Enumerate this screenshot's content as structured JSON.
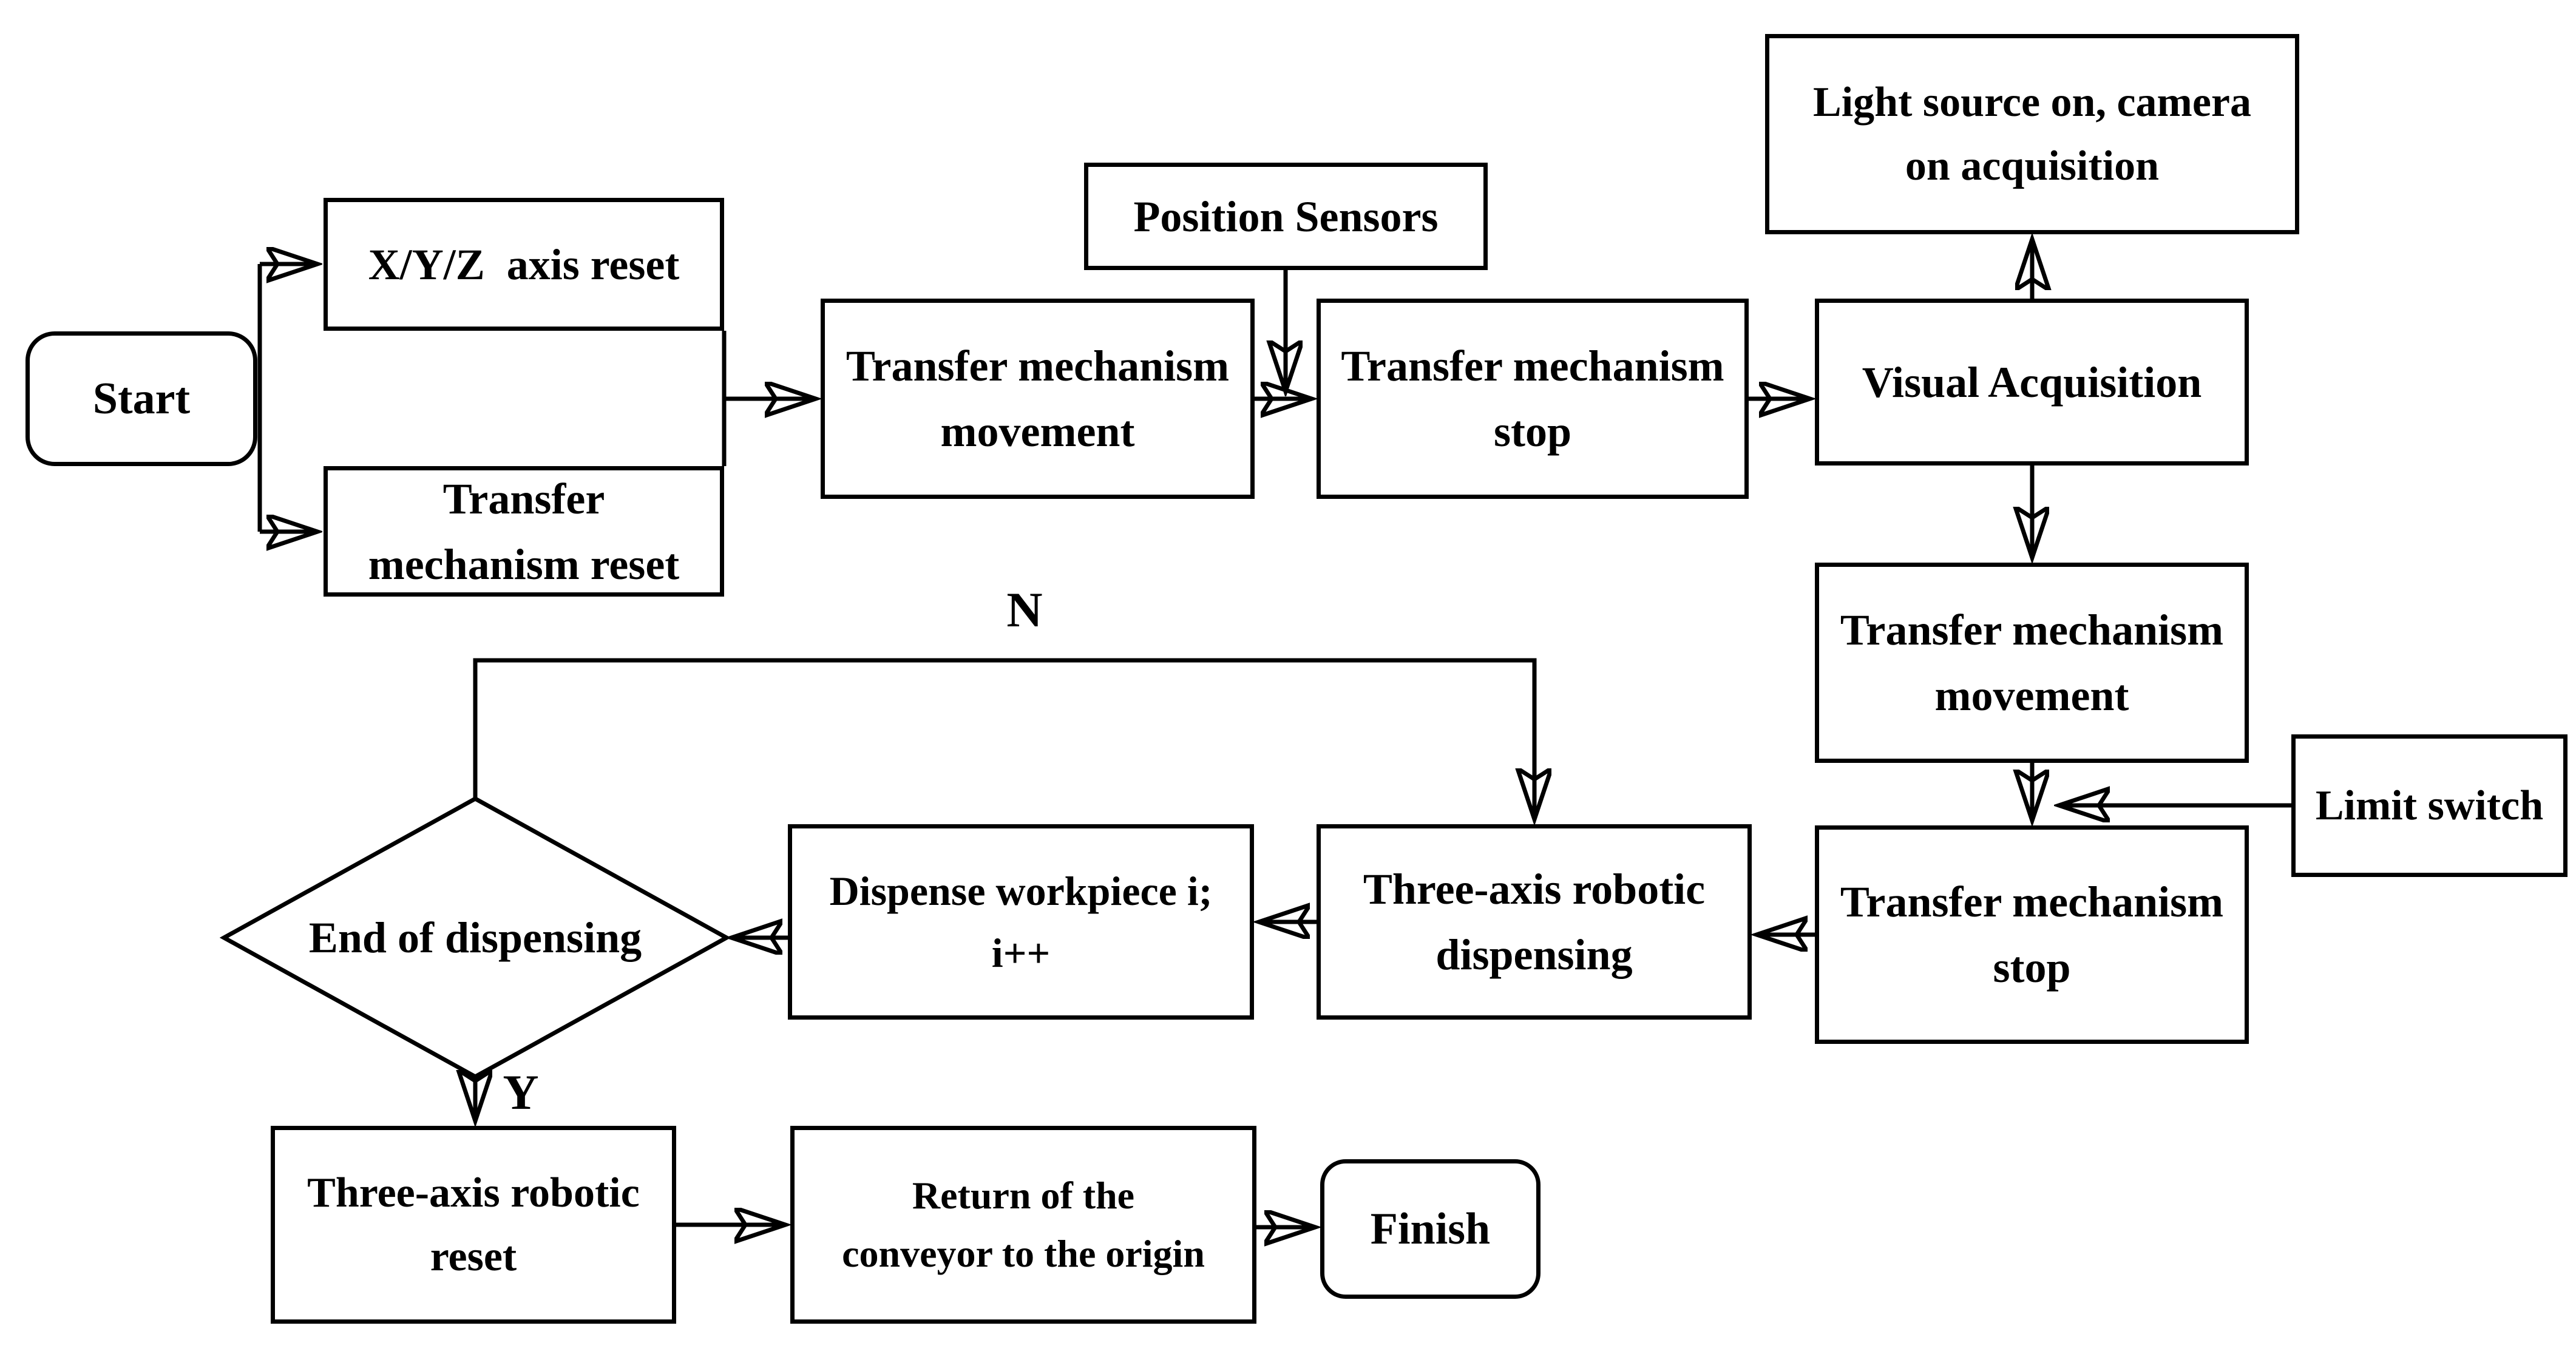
{
  "diagram": {
    "type": "flowchart",
    "colors": {
      "line": "#000000",
      "node_fill": "#ffffff",
      "text": "#000000",
      "background": "#ffffff"
    },
    "nodes": {
      "start": {
        "label": "Start",
        "shape": "terminator"
      },
      "xyz_axis_reset": {
        "label": "X/Y/Z  axis reset",
        "shape": "process"
      },
      "transfer_mechanism_reset": {
        "label": "Transfer\nmechanism reset",
        "shape": "process"
      },
      "transfer_mechanism_movement_1": {
        "label": "Transfer mechanism\nmovement",
        "shape": "process"
      },
      "position_sensors": {
        "label": "Position Sensors",
        "shape": "process"
      },
      "transfer_mechanism_stop_1": {
        "label": "Transfer mechanism\nstop",
        "shape": "process"
      },
      "visual_acquisition": {
        "label": "Visual Acquisition",
        "shape": "process"
      },
      "light_source": {
        "label": "Light source on, camera\non acquisition",
        "shape": "process"
      },
      "transfer_mechanism_movement_2": {
        "label": "Transfer mechanism\nmovement",
        "shape": "process"
      },
      "limit_switch": {
        "label": "Limit switch",
        "shape": "process"
      },
      "transfer_mechanism_stop_2": {
        "label": "Transfer mechanism\nstop",
        "shape": "process"
      },
      "three_axis_robotic_dispensing": {
        "label": "Three-axis robotic\ndispensing",
        "shape": "process"
      },
      "dispense_workpiece": {
        "label": "Dispense workpiece i;\ni++",
        "shape": "process"
      },
      "end_of_dispensing": {
        "label": "End of dispensing",
        "shape": "decision"
      },
      "three_axis_robotic_reset": {
        "label": "Three-axis robotic\nreset",
        "shape": "process"
      },
      "return_conveyor": {
        "label": "Return of the\nconveyor to the origin",
        "shape": "process"
      },
      "finish": {
        "label": "Finish",
        "shape": "terminator"
      }
    },
    "edge_labels": {
      "no": "N",
      "yes": "Y"
    },
    "connections": [
      {
        "from": "start",
        "to": "xyz_axis_reset"
      },
      {
        "from": "start",
        "to": "transfer_mechanism_reset"
      },
      {
        "from": "xyz_axis_reset",
        "to": "transfer_mechanism_movement_1"
      },
      {
        "from": "transfer_mechanism_reset",
        "to": "transfer_mechanism_movement_1"
      },
      {
        "from": "transfer_mechanism_movement_1",
        "to": "transfer_mechanism_stop_1"
      },
      {
        "from": "position_sensors",
        "to": "transfer_mechanism_stop_1"
      },
      {
        "from": "transfer_mechanism_stop_1",
        "to": "visual_acquisition"
      },
      {
        "from": "visual_acquisition",
        "to": "light_source"
      },
      {
        "from": "visual_acquisition",
        "to": "transfer_mechanism_movement_2"
      },
      {
        "from": "transfer_mechanism_movement_2",
        "to": "transfer_mechanism_stop_2"
      },
      {
        "from": "limit_switch",
        "to": "transfer_mechanism_stop_2"
      },
      {
        "from": "transfer_mechanism_stop_2",
        "to": "three_axis_robotic_dispensing"
      },
      {
        "from": "three_axis_robotic_dispensing",
        "to": "dispense_workpiece"
      },
      {
        "from": "dispense_workpiece",
        "to": "end_of_dispensing"
      },
      {
        "from": "end_of_dispensing",
        "to": "three_axis_robotic_dispensing",
        "label": "N"
      },
      {
        "from": "end_of_dispensing",
        "to": "three_axis_robotic_reset",
        "label": "Y"
      },
      {
        "from": "three_axis_robotic_reset",
        "to": "return_conveyor"
      },
      {
        "from": "return_conveyor",
        "to": "finish"
      }
    ]
  }
}
